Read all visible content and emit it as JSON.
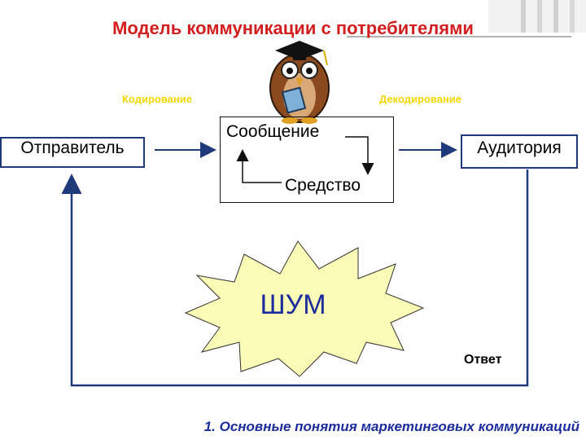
{
  "title": "Модель коммуникации с потребителями",
  "encoding_label": "Кодирование",
  "decoding_label": "Декодирование",
  "sender": "Отправитель",
  "message": "Сообщение",
  "channel": "Средство",
  "audience": "Аудитория",
  "noise": "ШУМ",
  "response": "Ответ",
  "footer": "1. Основные понятия маркетинговых коммуникаций",
  "colors": {
    "title": "#d21e1e",
    "labels": "#f2d800",
    "arrows": "#1f3a7a",
    "noise_fill": "#fbfbb8",
    "footer": "#1c2c9c"
  },
  "decor": [
    "owl-professor-icon"
  ]
}
